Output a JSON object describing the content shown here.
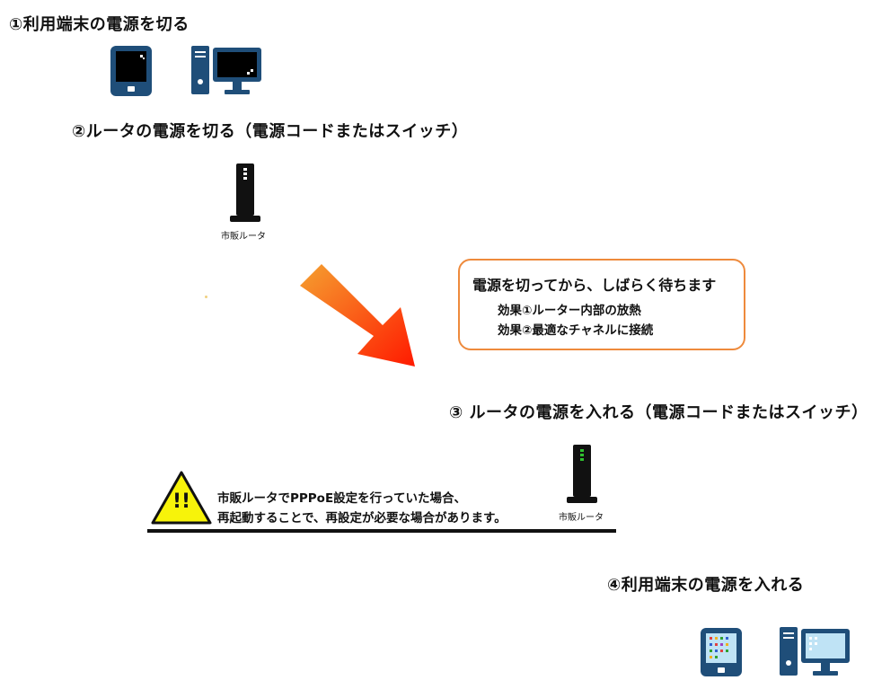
{
  "steps": {
    "step1": "①利用端末の電源を切る",
    "step2": "②ルータの電源を切る（電源コードまたはスイッチ）",
    "step3": "③ ルータの電源を入れる（電源コードまたはスイッチ）",
    "step4": "④利用端末の電源を入れる"
  },
  "router_label_top": "市販ルータ",
  "router_label_bottom": "市販ルータ",
  "info_box": {
    "title": "電源を切ってから、しばらく待ちます",
    "effect1": "効果①ルーター内部の放熱",
    "effect2": "効果②最適なチャネルに接続"
  },
  "warning": {
    "icon_text": "!!",
    "line1": "市販ルータでPPPoE設定を行っていた場合、",
    "line2": "再起動することで、再設定が必要な場合があります。"
  },
  "colors": {
    "device_blue": "#1f4e79",
    "screen_off": "#000000",
    "screen_on": "#bfe3f5",
    "arrow_start": "#f5a030",
    "arrow_end": "#ff1a00",
    "box_border": "#ee8a3c",
    "warning_yellow": "#f7f30a",
    "router_led_green": "#2fbf2f"
  }
}
